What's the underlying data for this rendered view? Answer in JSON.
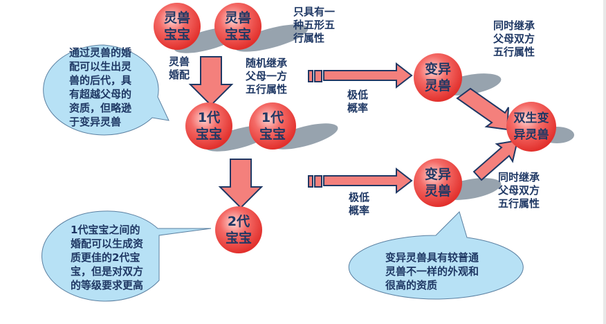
{
  "nodes": {
    "parent1": "灵兽\n宝宝",
    "parent2": "灵兽\n宝宝",
    "gen1_a": "1代\n宝宝",
    "gen1_b": "1代\n宝宝",
    "gen2": "2代\n宝宝",
    "mutant_top": "变异\n灵兽",
    "mutant_bottom": "变异\n灵兽",
    "twin_mutant": "双生变\n异灵兽"
  },
  "labels": {
    "single_element": "只具有一\n种五形五\n行属性",
    "mating": "灵兽\n婚配",
    "random_inherit": "随机继承\n父母一方\n五行属性",
    "low_prob_top": "极低\n概率",
    "low_prob_bottom": "极低\n概率",
    "both_inherit_top": "同时继承\n父母双方\n五行属性",
    "both_inherit_bottom": "同时继承\n父母双方\n五行属性"
  },
  "bubbles": {
    "breeding_note": "通过灵兽的婚\n配可以生出灵\n兽的后代，具\n有超越父母的\n资质，但略逊\n于变异灵兽",
    "gen2_note": "1代宝宝之间的\n婚配可以生成资\n质更佳的2代宝\n宝，但是对双方\n的等级要求更高",
    "mutant_note": "变异灵兽具有较普通\n灵兽不一样的外观和\n很高的资质"
  },
  "colors": {
    "ball": "#f0524f",
    "arrow": "#f4807c",
    "arrow_outline": "#1f3864",
    "bubble": "#b7e1f5",
    "text": "#1f3864",
    "shadow": "#7f8c99"
  }
}
